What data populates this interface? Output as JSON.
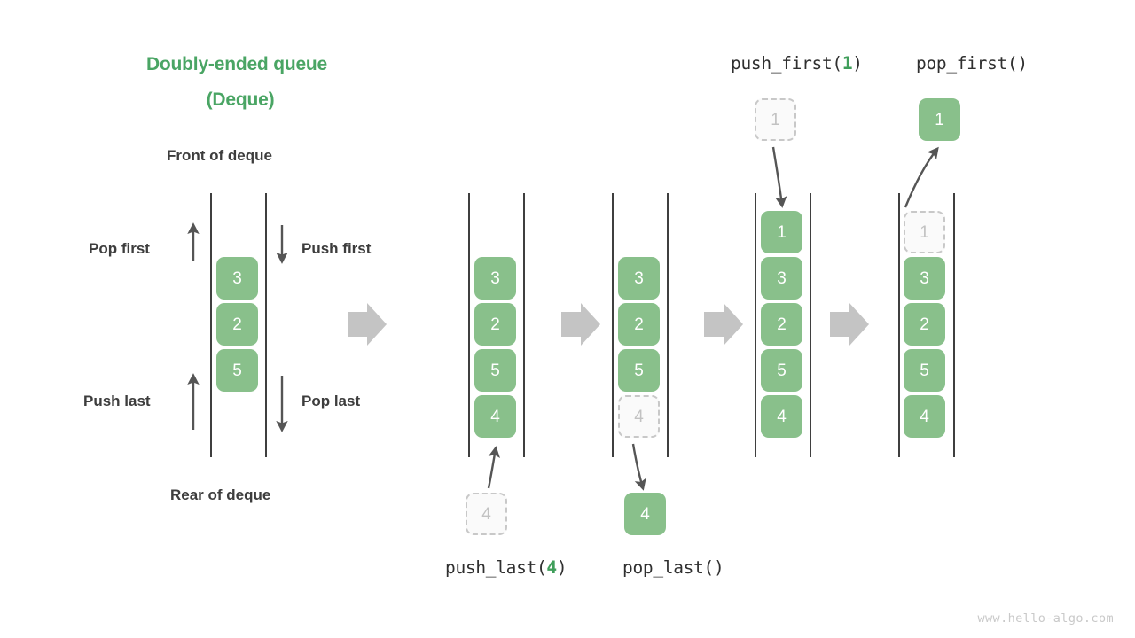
{
  "title": {
    "line1": "Doubly-ended queue",
    "line2": "(Deque)",
    "color": "#4aa564"
  },
  "labels": {
    "front_of_deque": "Front of deque",
    "rear_of_deque": "Rear of deque",
    "pop_first": "Pop first",
    "push_first": "Push first",
    "push_last": "Push last",
    "pop_last": "Pop last"
  },
  "operations": {
    "push_first": {
      "name": "push_first(",
      "arg": "1",
      "close": ")"
    },
    "pop_first": {
      "name": "pop_first()",
      "arg": "",
      "close": ""
    },
    "push_last": {
      "name": "push_last(",
      "arg": "4",
      "close": ")"
    },
    "pop_last": {
      "name": "pop_last()",
      "arg": "",
      "close": ""
    }
  },
  "colors": {
    "element_fill": "#89c08b",
    "element_text": "#ffffff",
    "ghost_fill": "#fafafa",
    "ghost_border": "#c8c8c8",
    "ghost_text": "#c2c2c2",
    "rail": "#3f3f3f",
    "arrow": "#555555",
    "block_arrow": "#c4c4c4",
    "accent": "#4aa564",
    "text": "#3d3d3d"
  },
  "columns": [
    {
      "id": "initial",
      "caption": "Front of deque / Rear of deque",
      "elements": [
        "3",
        "2",
        "5"
      ],
      "states": [
        "filled",
        "filled",
        "filled"
      ]
    },
    {
      "id": "after-push-last",
      "elements": [
        "3",
        "2",
        "5",
        "4"
      ],
      "states": [
        "filled",
        "filled",
        "filled",
        "filled"
      ],
      "incoming": {
        "value": "4",
        "state": "ghost",
        "op": "push_last"
      }
    },
    {
      "id": "before-pop-last",
      "elements": [
        "3",
        "2",
        "5",
        "4"
      ],
      "states": [
        "filled",
        "filled",
        "filled",
        "ghost"
      ],
      "outgoing": {
        "value": "4",
        "state": "filled",
        "op": "pop_last"
      }
    },
    {
      "id": "after-push-first",
      "elements": [
        "1",
        "3",
        "2",
        "5",
        "4"
      ],
      "states": [
        "filled",
        "filled",
        "filled",
        "filled",
        "filled"
      ],
      "incoming": {
        "value": "1",
        "state": "ghost",
        "op": "push_first"
      }
    },
    {
      "id": "before-pop-first",
      "elements": [
        "1",
        "3",
        "2",
        "5",
        "4"
      ],
      "states": [
        "ghost",
        "filled",
        "filled",
        "filled",
        "filled"
      ],
      "outgoing": {
        "value": "1",
        "state": "filled",
        "op": "pop_first"
      }
    }
  ],
  "watermark": "www.hello-algo.com"
}
